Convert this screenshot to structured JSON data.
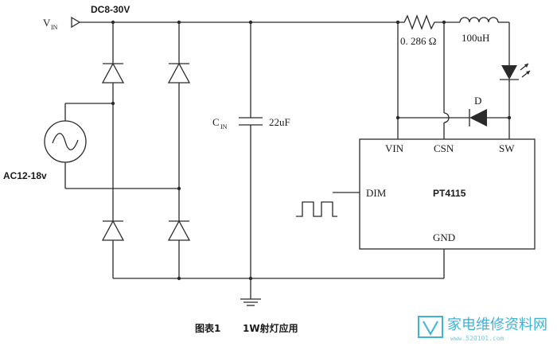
{
  "labels": {
    "vin": "V",
    "vin_sub": "IN",
    "dc_range": "DC8-30V",
    "ac_range": "AC12-18v",
    "cin": "C",
    "cin_sub": "IN",
    "cin_value": "22uF",
    "resistor_value": "0. 286 Ω",
    "inductor_value": "100uH",
    "diode_d": "D",
    "chip_name": "PT4115",
    "pin_vin": "VIN",
    "pin_csn": "CSN",
    "pin_sw": "SW",
    "pin_dim": "DIM",
    "pin_gnd": "GND"
  },
  "caption": {
    "figure_no": "图表1",
    "title": "1W射灯应用"
  },
  "watermark": {
    "site_name": "家电维修资料网",
    "site_url": "www.520101.com"
  },
  "colors": {
    "wire": "#2a2a2a",
    "watermark": "#3fb3d6"
  }
}
